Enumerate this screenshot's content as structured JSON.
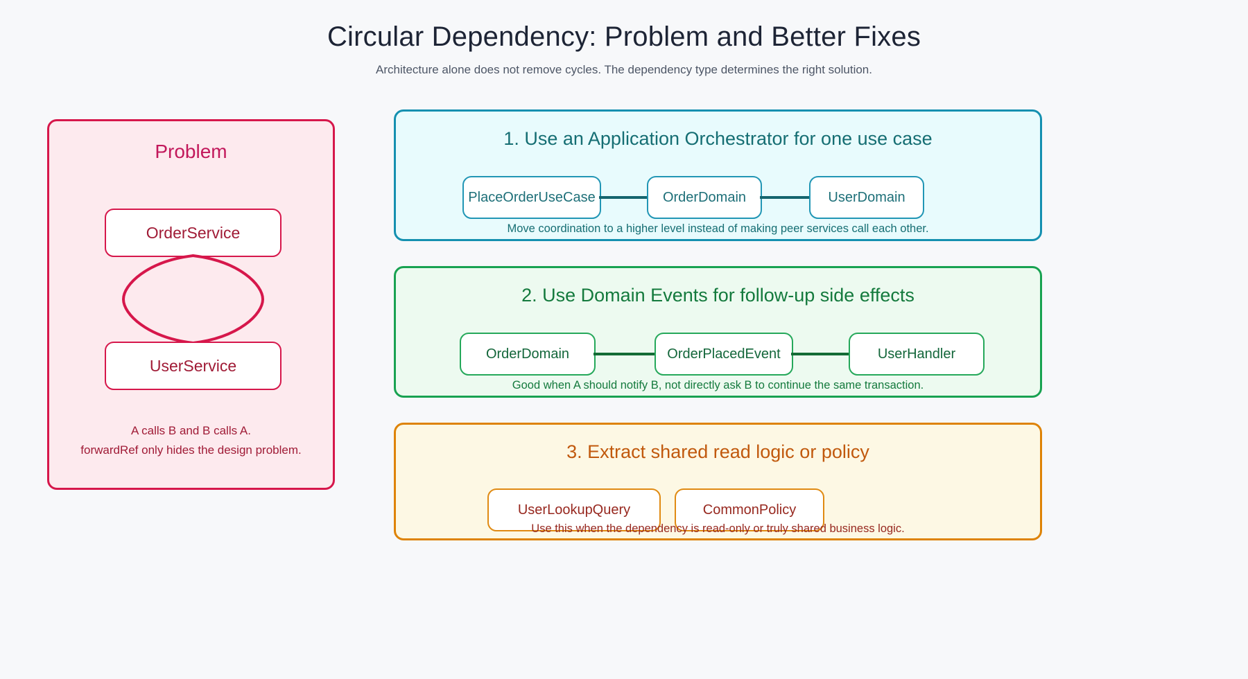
{
  "header": {
    "title": "Circular Dependency: Problem and Better Fixes",
    "subtitle": "Architecture alone does not remove cycles. The dependency type determines the right solution."
  },
  "problem": {
    "title": "Problem",
    "nodes": [
      {
        "label": "OrderService"
      },
      {
        "label": "UserService"
      }
    ],
    "caption_line_1": "A calls B and B calls A.",
    "caption_line_2": "forwardRef only hides the design problem.",
    "border_color": "#d6174b",
    "fill_color": "#fdeaee",
    "text_color": "#a01b36"
  },
  "fixes": [
    {
      "title": "1. Use an Application Orchestrator for one use case",
      "nodes": [
        {
          "label": "PlaceOrderUseCase"
        },
        {
          "label": "OrderDomain"
        },
        {
          "label": "UserDomain"
        }
      ],
      "caption": "Move coordination to a higher level instead of making peer services call each other.",
      "border_color": "#1490b0",
      "fill_color": "#e8fbfd",
      "text_color": "#156e73"
    },
    {
      "title": "2. Use Domain Events for follow-up side effects",
      "nodes": [
        {
          "label": "OrderDomain"
        },
        {
          "label": "OrderPlacedEvent"
        },
        {
          "label": "UserHandler"
        }
      ],
      "caption": "Good when A should notify B, not directly ask B to continue the same transaction.",
      "border_color": "#18a251",
      "fill_color": "#edfaf0",
      "text_color": "#147a3d"
    },
    {
      "title": "3. Extract shared read logic or policy",
      "nodes": [
        {
          "label": "UserLookupQuery"
        },
        {
          "label": "CommonPolicy"
        }
      ],
      "caption": "Use this when the dependency is read-only or truly shared business logic.",
      "border_color": "#de8306",
      "fill_color": "#fdf8e4",
      "text_color": "#97281f"
    }
  ],
  "canvas": {
    "background_color": "#f7f8fa"
  }
}
